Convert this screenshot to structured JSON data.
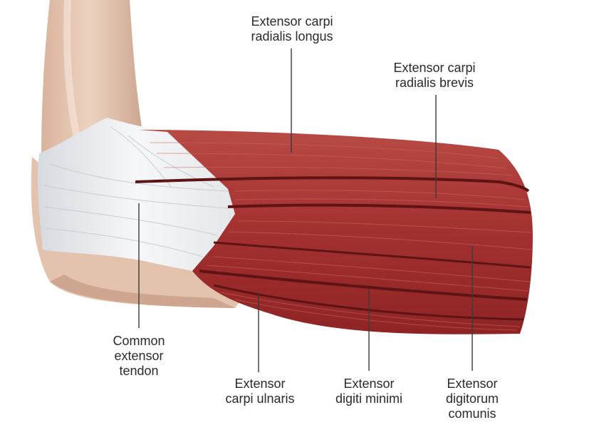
{
  "labels": {
    "ecrl": {
      "lines": [
        "Extensor carpi",
        "radialis longus"
      ]
    },
    "ecrb": {
      "lines": [
        "Extensor carpi",
        "radialis brevis"
      ]
    },
    "common_tendon": {
      "lines": [
        "Common",
        "extensor",
        "tendon"
      ]
    },
    "ecu": {
      "lines": [
        "Extensor",
        "carpi ulnaris"
      ]
    },
    "edm": {
      "lines": [
        "Extensor",
        "digiti minimi"
      ]
    },
    "edc": {
      "lines": [
        "Extensor",
        "digitorum",
        "comunis"
      ]
    }
  },
  "colors": {
    "muscle": "#a83232",
    "muscle_dark": "#6e1a1a",
    "muscle_light": "#c85a54",
    "tendon": "#eef0f2",
    "bone_skin": "#e6c9b4",
    "bone_shadow": "#c9a38c"
  }
}
